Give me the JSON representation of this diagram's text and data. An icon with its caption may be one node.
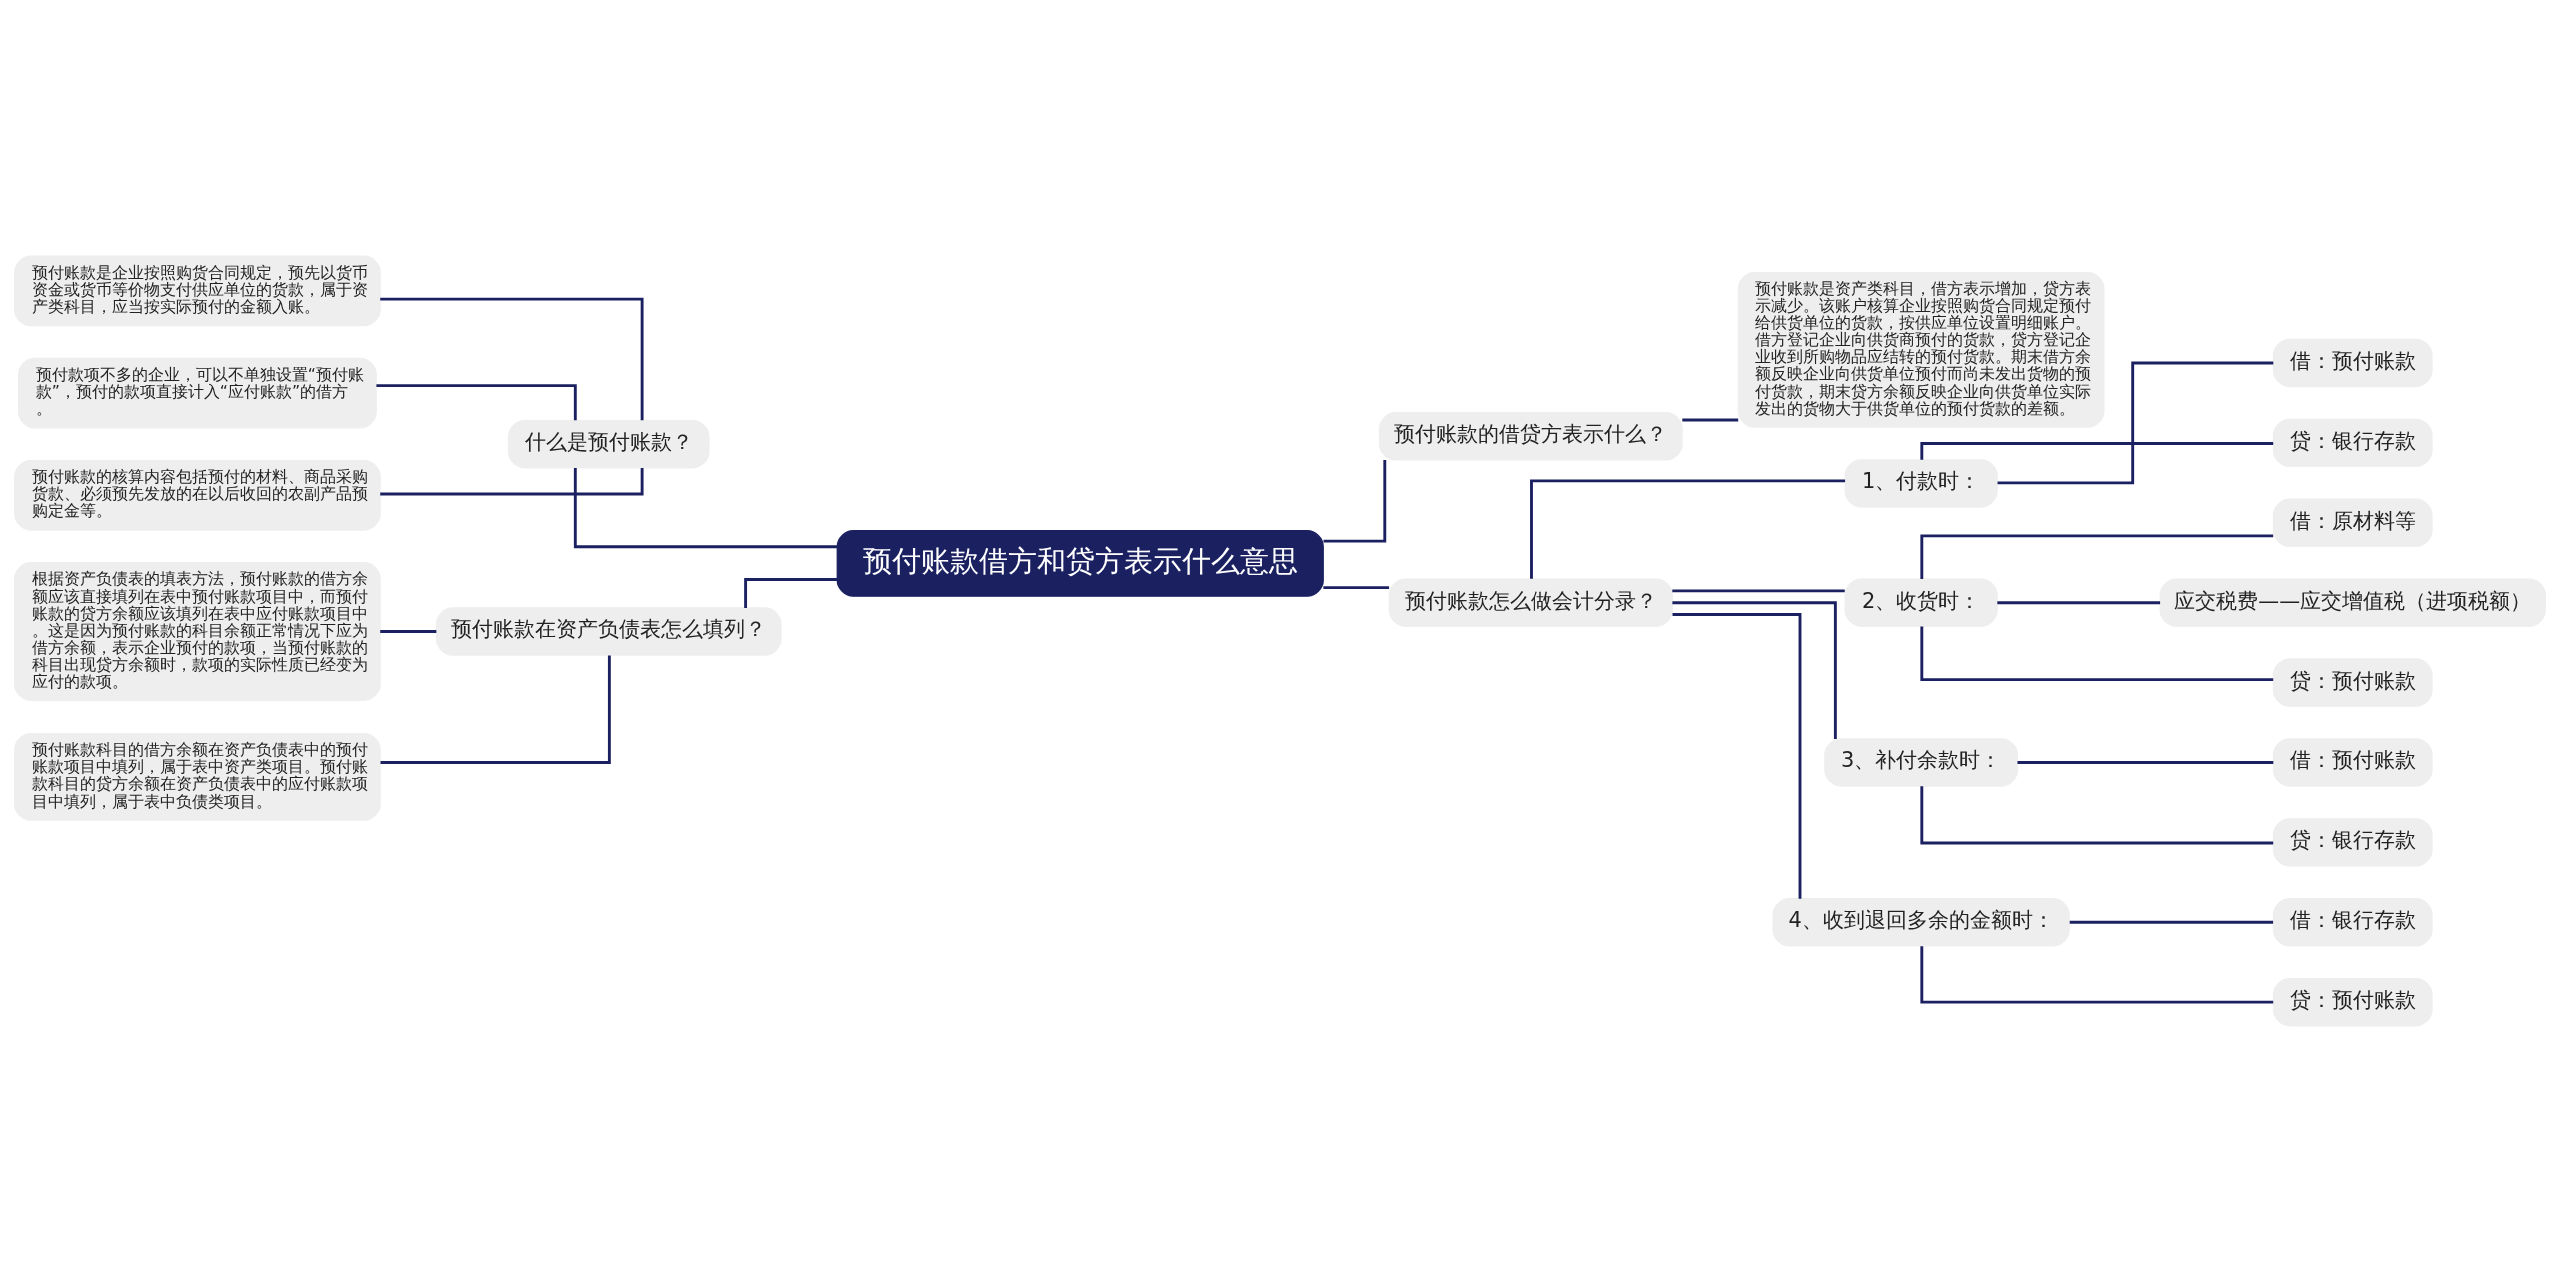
{
  "diagram": {
    "nodes": [
      {
        "text": [
          "预付账款借方和贷方表示什么意思"
        ]
      },
      {
        "text": [
          "什么是预付账款？"
        ]
      },
      {
        "text": [
          "预付账款是企业按照购货合同规定，预先以货币资金或货币等价物支付供应单位的货款，属于资产类科目，应当按实际预付的金额入账。"
        ]
      },
      {
        "text": [
          "预付款项不多的企业，可以不单独设置“预付账款”，预付的款项直接计入“应付账款”的借方。"
        ]
      },
      {
        "text": [
          "预付账款的核算内容包括预付的材料、商品采购货款、必须预先发放的在以后收回的农副产品预购定金等。"
        ]
      },
      {
        "text": [
          "预付账款在资产负债表怎么填列？"
        ]
      },
      {
        "text": [
          "根据资产负债表的填表方法，预付账款的借方余额应该直接填列在表中预付账款项目中，而预付账款的贷方余额应该填列在表中应付账款项目中。这是因为预付账款的科目余额正常情况下应为借方余额，表示企业预付的款项，当预付账款的科目出现贷方余额时，款项的实际性质已经变为应付的款项。"
        ]
      },
      {
        "text": [
          "预付账款科目的借方余额在资产负债表中的预付账款项目中填列，属于表中资产类项目。预付账款科目的贷方余额在资产负债表中的应付账款项目中填列，属于表中负债类项目。"
        ]
      },
      {
        "text": [
          "预付账款的借贷方表示什么？"
        ]
      },
      {
        "text": [
          "预付账款是资产类科目，借方表示增加，贷方表示减少。该账户核算企业按照购货合同规定预付给供货单位的货款，按供应单位设置明细账户。借方登记企业向供货商预付的货款，贷方登记企业收到所购物品应结转的预付货款。期末借方余额反映企业向供货单位预付而尚未发出货物的预付货款，期末贷方余额反映企业向供货单位实际发出的货物大于供货单位的预付货款的差额。"
        ]
      },
      {
        "text": [
          "预付账款怎么做会计分录？"
        ]
      },
      {
        "text": [
          "1、付款时："
        ]
      },
      {
        "text": [
          "借：预付账款"
        ]
      },
      {
        "text": [
          "贷：银行存款"
        ]
      },
      {
        "text": [
          "2、收货时："
        ]
      },
      {
        "text": [
          "借：原材料等"
        ]
      },
      {
        "text": [
          "应交税费——应交增值税（进项税额）"
        ]
      },
      {
        "text": [
          "贷：预付账款"
        ]
      },
      {
        "text": [
          "3、补付余款时："
        ]
      },
      {
        "text": [
          "借：预付账款"
        ]
      },
      {
        "text": [
          "贷：银行存款"
        ]
      },
      {
        "text": [
          "4、收到退回多余的金额时："
        ]
      },
      {
        "text": [
          "借：银行存款"
        ]
      },
      {
        "text": [
          "贷：预付账款"
        ]
      }
    ],
    "edges": [
      {
        "from": 0,
        "to": 1,
        "arrow": "none"
      },
      {
        "from": 1,
        "to": 2,
        "arrow": "none"
      },
      {
        "from": 1,
        "to": 3,
        "arrow": "none"
      },
      {
        "from": 1,
        "to": 4,
        "arrow": "none"
      },
      {
        "from": 0,
        "to": 5,
        "arrow": "none"
      },
      {
        "from": 5,
        "to": 6,
        "arrow": "none"
      },
      {
        "from": 5,
        "to": 7,
        "arrow": "none"
      },
      {
        "from": 0,
        "to": 8,
        "arrow": "none"
      },
      {
        "from": 8,
        "to": 9,
        "arrow": "none"
      },
      {
        "from": 0,
        "to": 10,
        "arrow": "none"
      },
      {
        "from": 10,
        "to": 11,
        "arrow": "none"
      },
      {
        "from": 11,
        "to": 12,
        "arrow": "none"
      },
      {
        "from": 11,
        "to": 13,
        "arrow": "none"
      },
      {
        "from": 10,
        "to": 14,
        "arrow": "none"
      },
      {
        "from": 14,
        "to": 15,
        "arrow": "none"
      },
      {
        "from": 14,
        "to": 16,
        "arrow": "none"
      },
      {
        "from": 14,
        "to": 17,
        "arrow": "none"
      },
      {
        "from": 10,
        "to": 18,
        "arrow": "none"
      },
      {
        "from": 18,
        "to": 19,
        "arrow": "none"
      },
      {
        "from": 18,
        "to": 20,
        "arrow": "none"
      },
      {
        "from": 10,
        "to": 21,
        "arrow": "none"
      },
      {
        "from": 21,
        "to": 22,
        "arrow": "none"
      },
      {
        "from": 21,
        "to": 23,
        "arrow": "none"
      }
    ]
  }
}
